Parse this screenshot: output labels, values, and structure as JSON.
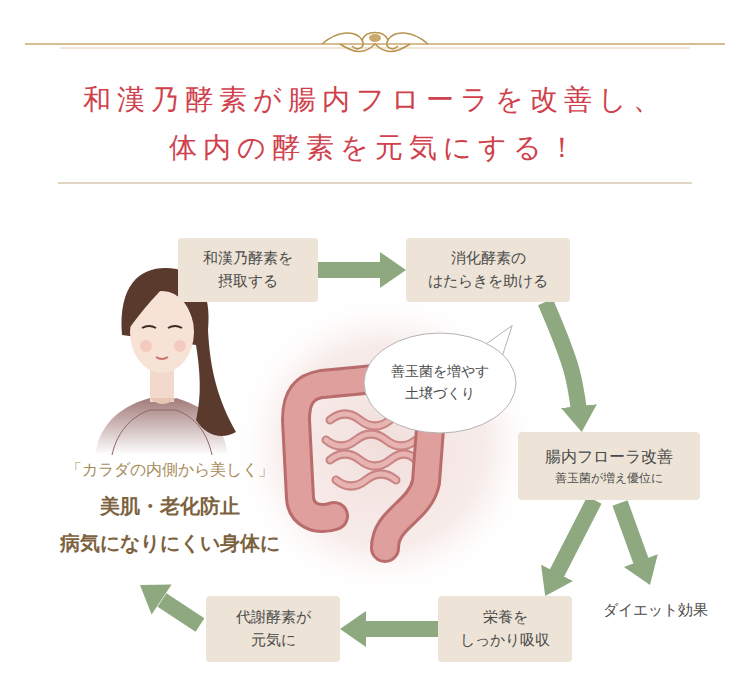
{
  "diagram": {
    "title": "和漢乃酵素が腸内フローラを改善し、 体内の酵素を元気にする！",
    "nodes": [
      {
        "text": [
          "和漢乃酵素を 摂取する"
        ]
      },
      {
        "text": [
          "消化酵素の はたらきを助ける"
        ]
      },
      {
        "text": [
          "善玉菌を増やす 土壌づくり"
        ]
      },
      {
        "text": [
          "腸内フローラ改善",
          "善玉菌が増え優位に"
        ]
      },
      {
        "text": [
          "栄養を しっかり吸収"
        ]
      },
      {
        "text": [
          "代謝酵素が 元気に"
        ]
      }
    ],
    "edges": [
      {
        "from": 0,
        "to": 1,
        "arrow": "to"
      },
      {
        "from": 1,
        "to": 3,
        "arrow": "to"
      },
      {
        "from": 3,
        "to": 4,
        "arrow": "to"
      },
      {
        "from": 4,
        "to": 5,
        "arrow": "to"
      }
    ],
    "labels": [
      "ダイエット効果",
      "「カラダの内側から美しく」",
      "美肌・老化防止",
      "病気になりにくい身体に"
    ]
  }
}
